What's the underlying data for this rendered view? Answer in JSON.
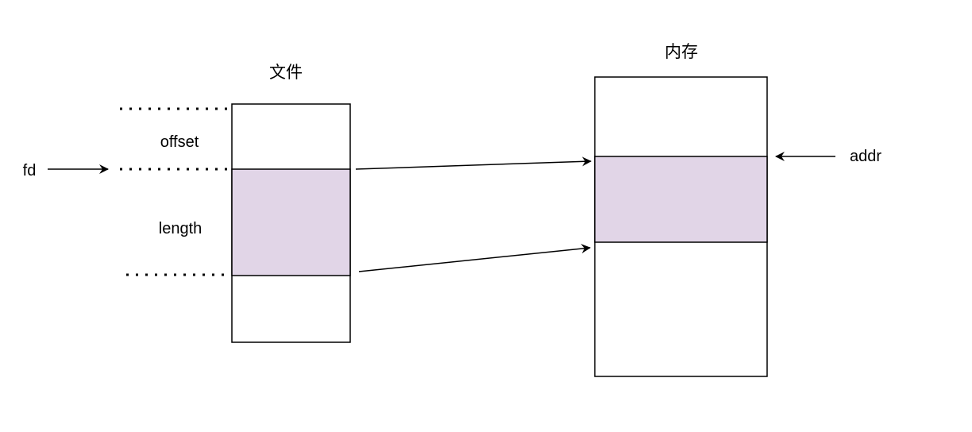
{
  "labels": {
    "file_title": "文件",
    "memory_title": "内存",
    "offset": "offset",
    "length": "length",
    "fd": "fd",
    "addr": "addr"
  },
  "colors": {
    "highlight": "#e1d5e7",
    "stroke": "#000000",
    "background": "#ffffff"
  }
}
